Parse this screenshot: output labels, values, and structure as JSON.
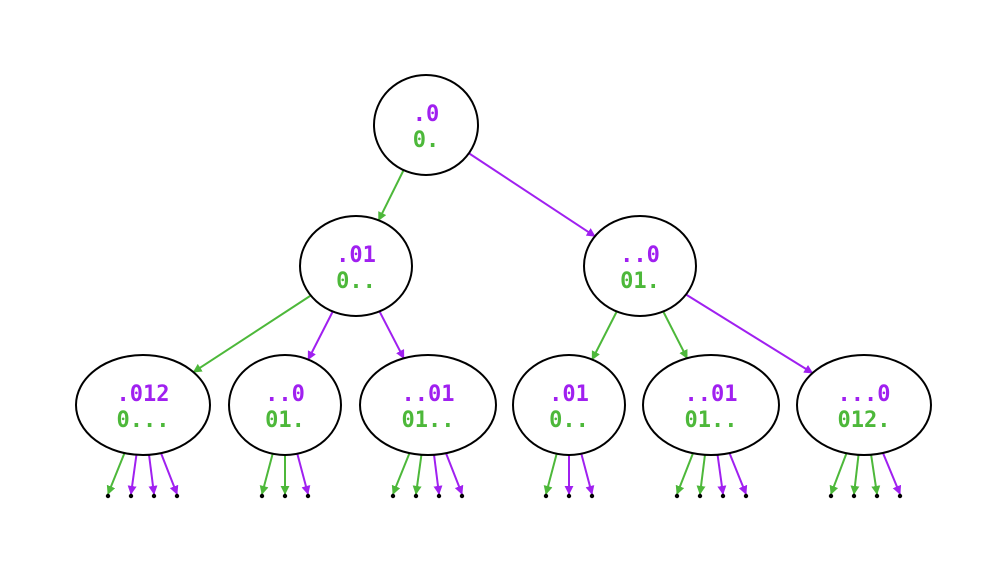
{
  "colors": {
    "green": "#4db83a",
    "purple": "#a020f0",
    "stroke": "#000000"
  },
  "nodes": [
    {
      "id": "root",
      "top": ".0",
      "bottom": "0."
    },
    {
      "id": "a",
      "top": ".01",
      "bottom": "0.."
    },
    {
      "id": "b",
      "top": "..0",
      "bottom": "01."
    },
    {
      "id": "a1",
      "top": ".012",
      "bottom": "0..."
    },
    {
      "id": "a2",
      "top": "..0",
      "bottom": "01."
    },
    {
      "id": "a3",
      "top": "..01",
      "bottom": "01.."
    },
    {
      "id": "b1",
      "top": ".01",
      "bottom": "0.."
    },
    {
      "id": "b2",
      "top": "..01",
      "bottom": "01.."
    },
    {
      "id": "b3",
      "top": "...0",
      "bottom": "012."
    }
  ],
  "edges": [
    {
      "from": "root",
      "to": "a",
      "color": "green"
    },
    {
      "from": "root",
      "to": "b",
      "color": "purple"
    },
    {
      "from": "a",
      "to": "a1",
      "color": "green"
    },
    {
      "from": "a",
      "to": "a2",
      "color": "purple"
    },
    {
      "from": "a",
      "to": "a3",
      "color": "purple"
    },
    {
      "from": "b",
      "to": "b1",
      "color": "green"
    },
    {
      "from": "b",
      "to": "b2",
      "color": "green"
    },
    {
      "from": "b",
      "to": "b3",
      "color": "purple"
    }
  ],
  "leaf_stubs": [
    {
      "node": "a1",
      "colors": [
        "green",
        "purple",
        "purple",
        "purple"
      ]
    },
    {
      "node": "a2",
      "colors": [
        "green",
        "green",
        "purple"
      ]
    },
    {
      "node": "a3",
      "colors": [
        "green",
        "green",
        "purple",
        "purple"
      ]
    },
    {
      "node": "b1",
      "colors": [
        "green",
        "purple",
        "purple"
      ]
    },
    {
      "node": "b2",
      "colors": [
        "green",
        "green",
        "purple",
        "purple"
      ]
    },
    {
      "node": "b3",
      "colors": [
        "green",
        "green",
        "green",
        "purple"
      ]
    }
  ]
}
